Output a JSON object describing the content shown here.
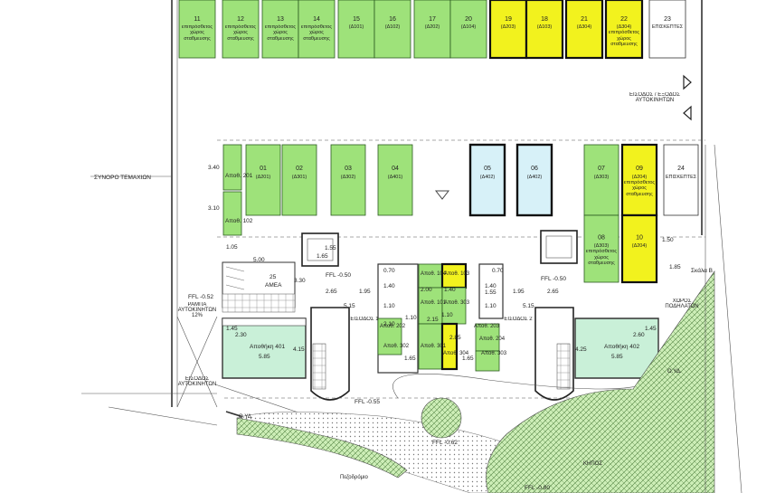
{
  "colors": {
    "green_spot": "#9ee27a",
    "yellow_spot": "#f2f21e",
    "blue_spot": "#d7f1f8",
    "garden": "#c9ecb3",
    "storage_fill": "#c9f0d8"
  },
  "top_row": [
    {
      "num": "11",
      "sub": "επιπρόσθετος χώρος σταθμευσης",
      "style": "g"
    },
    {
      "num": "12",
      "sub": "επιπρόσθετος χώρος σταθμευσης",
      "style": "g"
    },
    {
      "num": "13",
      "sub": "επιπρόσθετος χώρος σταθμευσης",
      "style": "g"
    },
    {
      "num": "14",
      "sub": "επιπρόσθετος χώρος σταθμευσης",
      "style": "g"
    },
    {
      "num": "15",
      "sub": "(Δ101)",
      "style": "g"
    },
    {
      "num": "16",
      "sub": "(Δ102)",
      "style": "g"
    },
    {
      "num": "17",
      "sub": "(Δ202)",
      "style": "g"
    },
    {
      "num": "20",
      "sub": "(Δ104)",
      "style": "g"
    },
    {
      "num": "19",
      "sub": "(Δ203)",
      "style": "y"
    },
    {
      "num": "18",
      "sub": "(Δ103)",
      "style": "y"
    },
    {
      "num": "21",
      "sub": "(Δ304)",
      "style": "y"
    },
    {
      "num": "22",
      "sub": "(Δ304) επιπρόσθετος χώρος σταθμευσης",
      "style": "y"
    },
    {
      "num": "23",
      "sub": "ΕΠΙΣΚΕΠΤΕΣ",
      "style": "w"
    }
  ],
  "mid_row": [
    {
      "num": "01",
      "sub": "(Δ201)",
      "style": "g"
    },
    {
      "num": "02",
      "sub": "(Δ301)",
      "style": "g"
    },
    {
      "num": "03",
      "sub": "(Δ302)",
      "style": "g"
    },
    {
      "num": "04",
      "sub": "(Δ401)",
      "style": "g"
    },
    {
      "num": "05",
      "sub": "(Δ402)",
      "style": "b"
    },
    {
      "num": "06",
      "sub": "(Δ402)",
      "style": "b"
    },
    {
      "num": "07",
      "sub": "(Δ303)",
      "style": "g"
    },
    {
      "num": "09",
      "sub": "(Δ204) επιπρόσθετος χώρος σταθμευσης",
      "style": "y"
    },
    {
      "num": "08",
      "sub": "(Δ303) επιπρόσθετος χώρος σταθμευσης",
      "style": "g"
    },
    {
      "num": "10",
      "sub": "(Δ204)",
      "style": "y"
    },
    {
      "num": "24",
      "sub": "ΕΠΙΣΚΕΠΤΕΣ",
      "style": "w"
    }
  ],
  "labels": {
    "plot_boundary": "ΣΥΝΟΡΟ ΤΕΜΑΧΙΩΝ",
    "car_entry_exit": "ΕΙΣΟΔΟΣ / ΕΞΟΔΟΣ ΑΥΤΟΚΙΝΗΤΩΝ",
    "car_ramp": "ΡΑΜΠΑ ΑΥΤΟΚΙΝΗΤΩΝ 12%",
    "car_entry": "ΕΙΣΟΔΟΣ ΑΥΤΟΚΙΝΗΤΩΝ",
    "amea_num": "25",
    "amea": "ΑΜΕΑ",
    "entrance1": "ΕΙΣΟΔΟΣ 1",
    "entrance2": "ΕΙΣΟΔΟΣ 2",
    "stair_b": "Σκάλα Β",
    "bicycles": "ΧΩΡΟΣ ΠΟΔΗΛΑΤΩΝ",
    "sidewalk": "Πεζοδρόμιο",
    "garden": "ΚΗΠΟΣ",
    "oyd1": "Ο.ΥΔ.",
    "oyd2": "Ο.ΥΔ.",
    "ffl_neg050": "FFL -0.50",
    "ffl_neg052": "FFL -0.52",
    "ffl_neg055": "FFL -0.55",
    "ffl_neg062": "FFL -0.62",
    "ffl_neg050b": "FFL -0.50",
    "ffl_neg080": "FFL -0.80",
    "apotheki401": "Αποθήκη 401",
    "apotheki402": "Αποθήκη 402",
    "apotheki201": "Αποθ. 201",
    "apotheki102": "Αποθ. 102",
    "store_a104": "Αποθ. 104",
    "store_a103": "Αποθ. 103",
    "store_a101": "Αποθ. 101",
    "store_a303": "Αποθ. 303",
    "store_a202": "Αποθ. 202",
    "store_a203": "Αποθ. 203",
    "store_a204": "Αποθ. 204",
    "store_a302": "Αποθ. 302",
    "store_a301": "Αποθ. 301",
    "store_a304": "Αποθ. 304",
    "store_a303b": "Αποθ. 303"
  },
  "dims": {
    "d340": "3.40",
    "d310": "3.10",
    "d105": "1.05",
    "d500": "5.00",
    "d330": "3.30",
    "d265": "2.65",
    "d195": "1.95",
    "d515": "5.15",
    "d155a": "1.55",
    "d165a": "1.65",
    "d070a": "0.70",
    "d140a": "1.40",
    "d110a": "1.10",
    "d210": "2.10",
    "d110b": "1.10",
    "d200": "2.00",
    "d140b": "1.40",
    "d110c": "1.10",
    "d215": "2.15",
    "d285": "2.85",
    "d165b": "1.65",
    "d165c": "1.65",
    "d070b": "0.70",
    "d140c": "1.40",
    "d110d": "1.10",
    "d155b": "1.55",
    "d265b": "2.65",
    "d195b": "1.95",
    "d515b": "5.15",
    "d145a": "1.45",
    "d230": "2.30",
    "d415": "4.15",
    "d585": "5.85",
    "d145b": "1.45",
    "d260": "2.60",
    "d425": "4.25",
    "d585b": "5.85",
    "d150": "1.50",
    "d185": "1.85"
  }
}
